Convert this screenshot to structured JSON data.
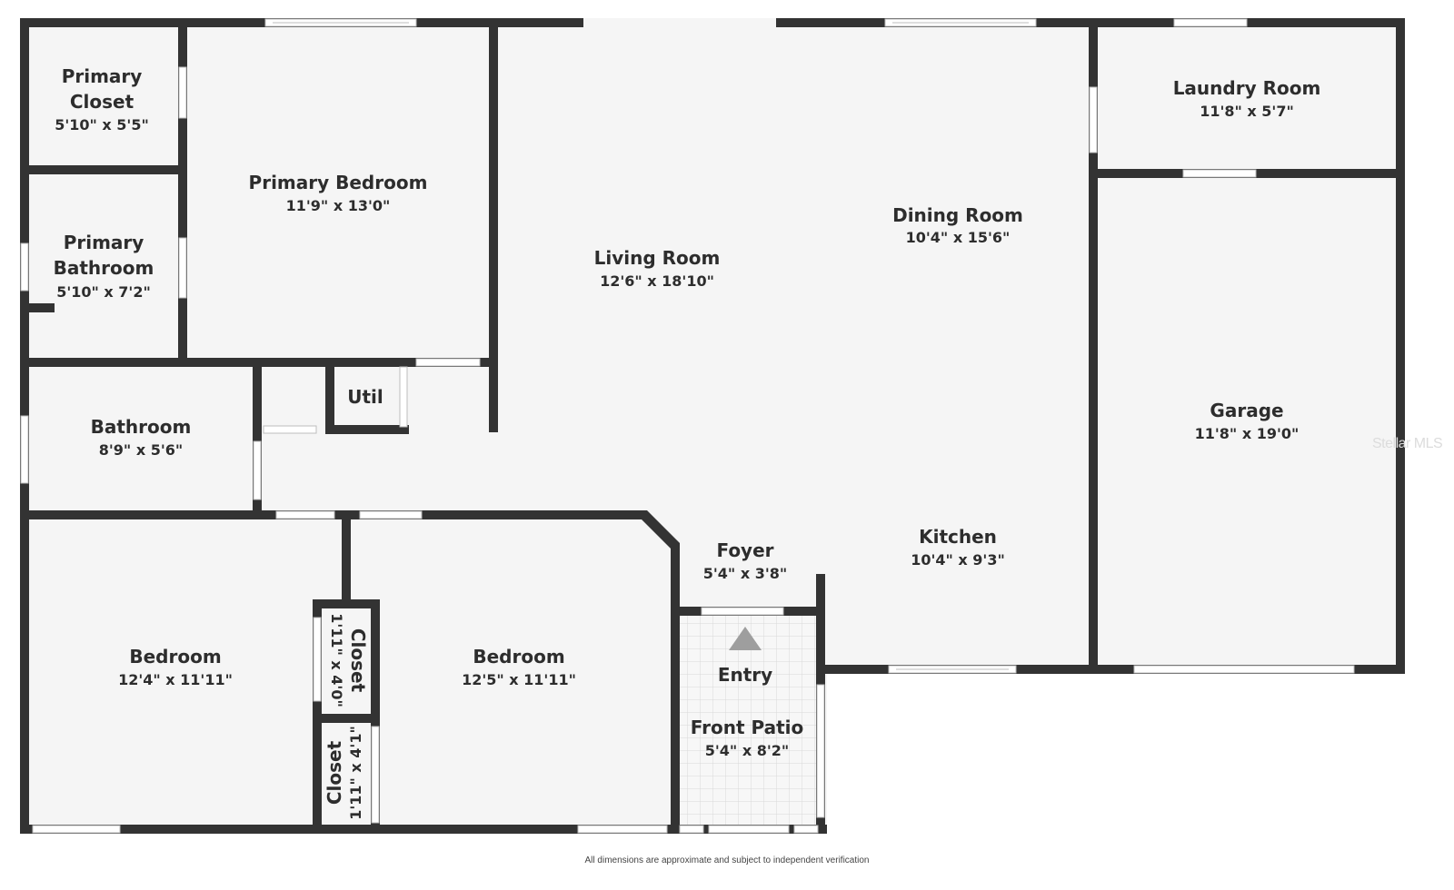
{
  "rooms": {
    "primary_closet": {
      "name_1": "Primary",
      "name_2": "Closet",
      "dim": "5'10\" x 5'5\""
    },
    "primary_bedroom": {
      "name": "Primary Bedroom",
      "dim": "11'9\" x 13'0\""
    },
    "primary_bathroom": {
      "name_1": "Primary",
      "name_2": "Bathroom",
      "dim": "5'10\" x 7'2\""
    },
    "living_room": {
      "name": "Living Room",
      "dim": "12'6\" x 18'10\""
    },
    "dining_room": {
      "name": "Dining Room",
      "dim": "10'4\" x 15'6\""
    },
    "laundry_room": {
      "name": "Laundry Room",
      "dim": "11'8\" x 5'7\""
    },
    "util": {
      "name": "Util"
    },
    "bathroom": {
      "name": "Bathroom",
      "dim": "8'9\" x 5'6\""
    },
    "garage": {
      "name": "Garage",
      "dim": "11'8\" x 19'0\""
    },
    "foyer": {
      "name": "Foyer",
      "dim": "5'4\" x 3'8\""
    },
    "kitchen": {
      "name": "Kitchen",
      "dim": "10'4\" x 9'3\""
    },
    "bedroom_left": {
      "name": "Bedroom",
      "dim": "12'4\" x 11'11\""
    },
    "bedroom_right": {
      "name": "Bedroom",
      "dim": "12'5\" x 11'11\""
    },
    "closet_upper": {
      "name": "Closet",
      "dim": "1'11\" x 4'0\""
    },
    "closet_lower": {
      "name": "Closet",
      "dim": "1'11\" x 4'1\""
    },
    "entry": {
      "name": "Entry"
    },
    "front_patio": {
      "name": "Front Patio",
      "dim": "5'4\" x 8'2\""
    }
  },
  "footer": {
    "disclaimer": "All dimensions are approximate and subject to independent verification"
  },
  "watermark": "Stellar MLS",
  "colors": {
    "wall": "#333333",
    "floor": "#f5f5f5",
    "background": "#ffffff"
  }
}
